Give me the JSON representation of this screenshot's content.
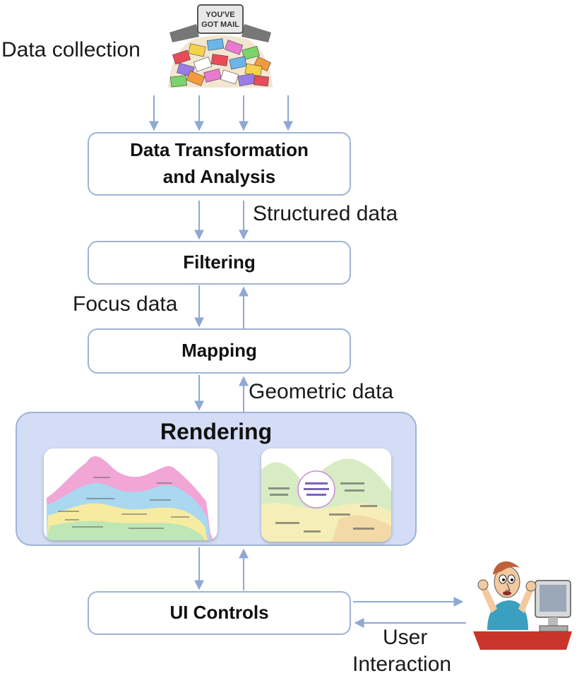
{
  "labels": {
    "data_collection": "Data collection",
    "structured_data": "Structured data",
    "focus_data": "Focus data",
    "geometric_data": "Geometric data",
    "user": "User",
    "interaction": "Interaction"
  },
  "boxes": {
    "transform_line1": "Data Transformation",
    "transform_line2": "and Analysis",
    "filtering": "Filtering",
    "mapping": "Mapping",
    "rendering": "Rendering",
    "ui_controls": "UI Controls"
  },
  "mail_sign": {
    "line1": "YOU'VE",
    "line2": "GOT MAIL"
  },
  "colors": {
    "arrow": "#8fa8d4",
    "box_border": "#9fb3d6",
    "rendering_fill": "#d3ddf5"
  }
}
